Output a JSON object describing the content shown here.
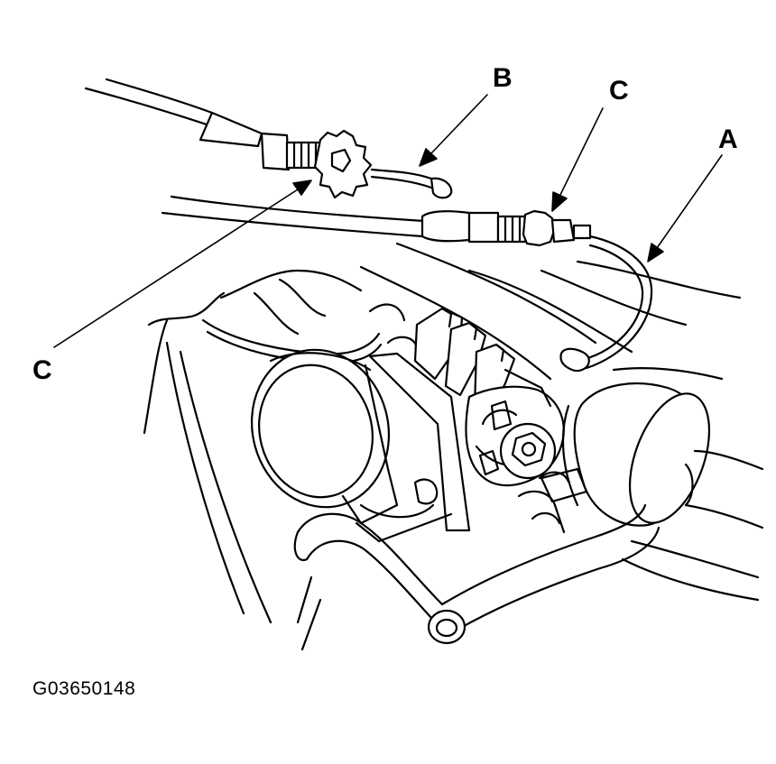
{
  "labels": {
    "a": "A",
    "b": "B",
    "c_top": "C",
    "c_left": "C"
  },
  "figure_id": "G03650148",
  "colors": {
    "line": "#000000",
    "background": "#ffffff"
  }
}
